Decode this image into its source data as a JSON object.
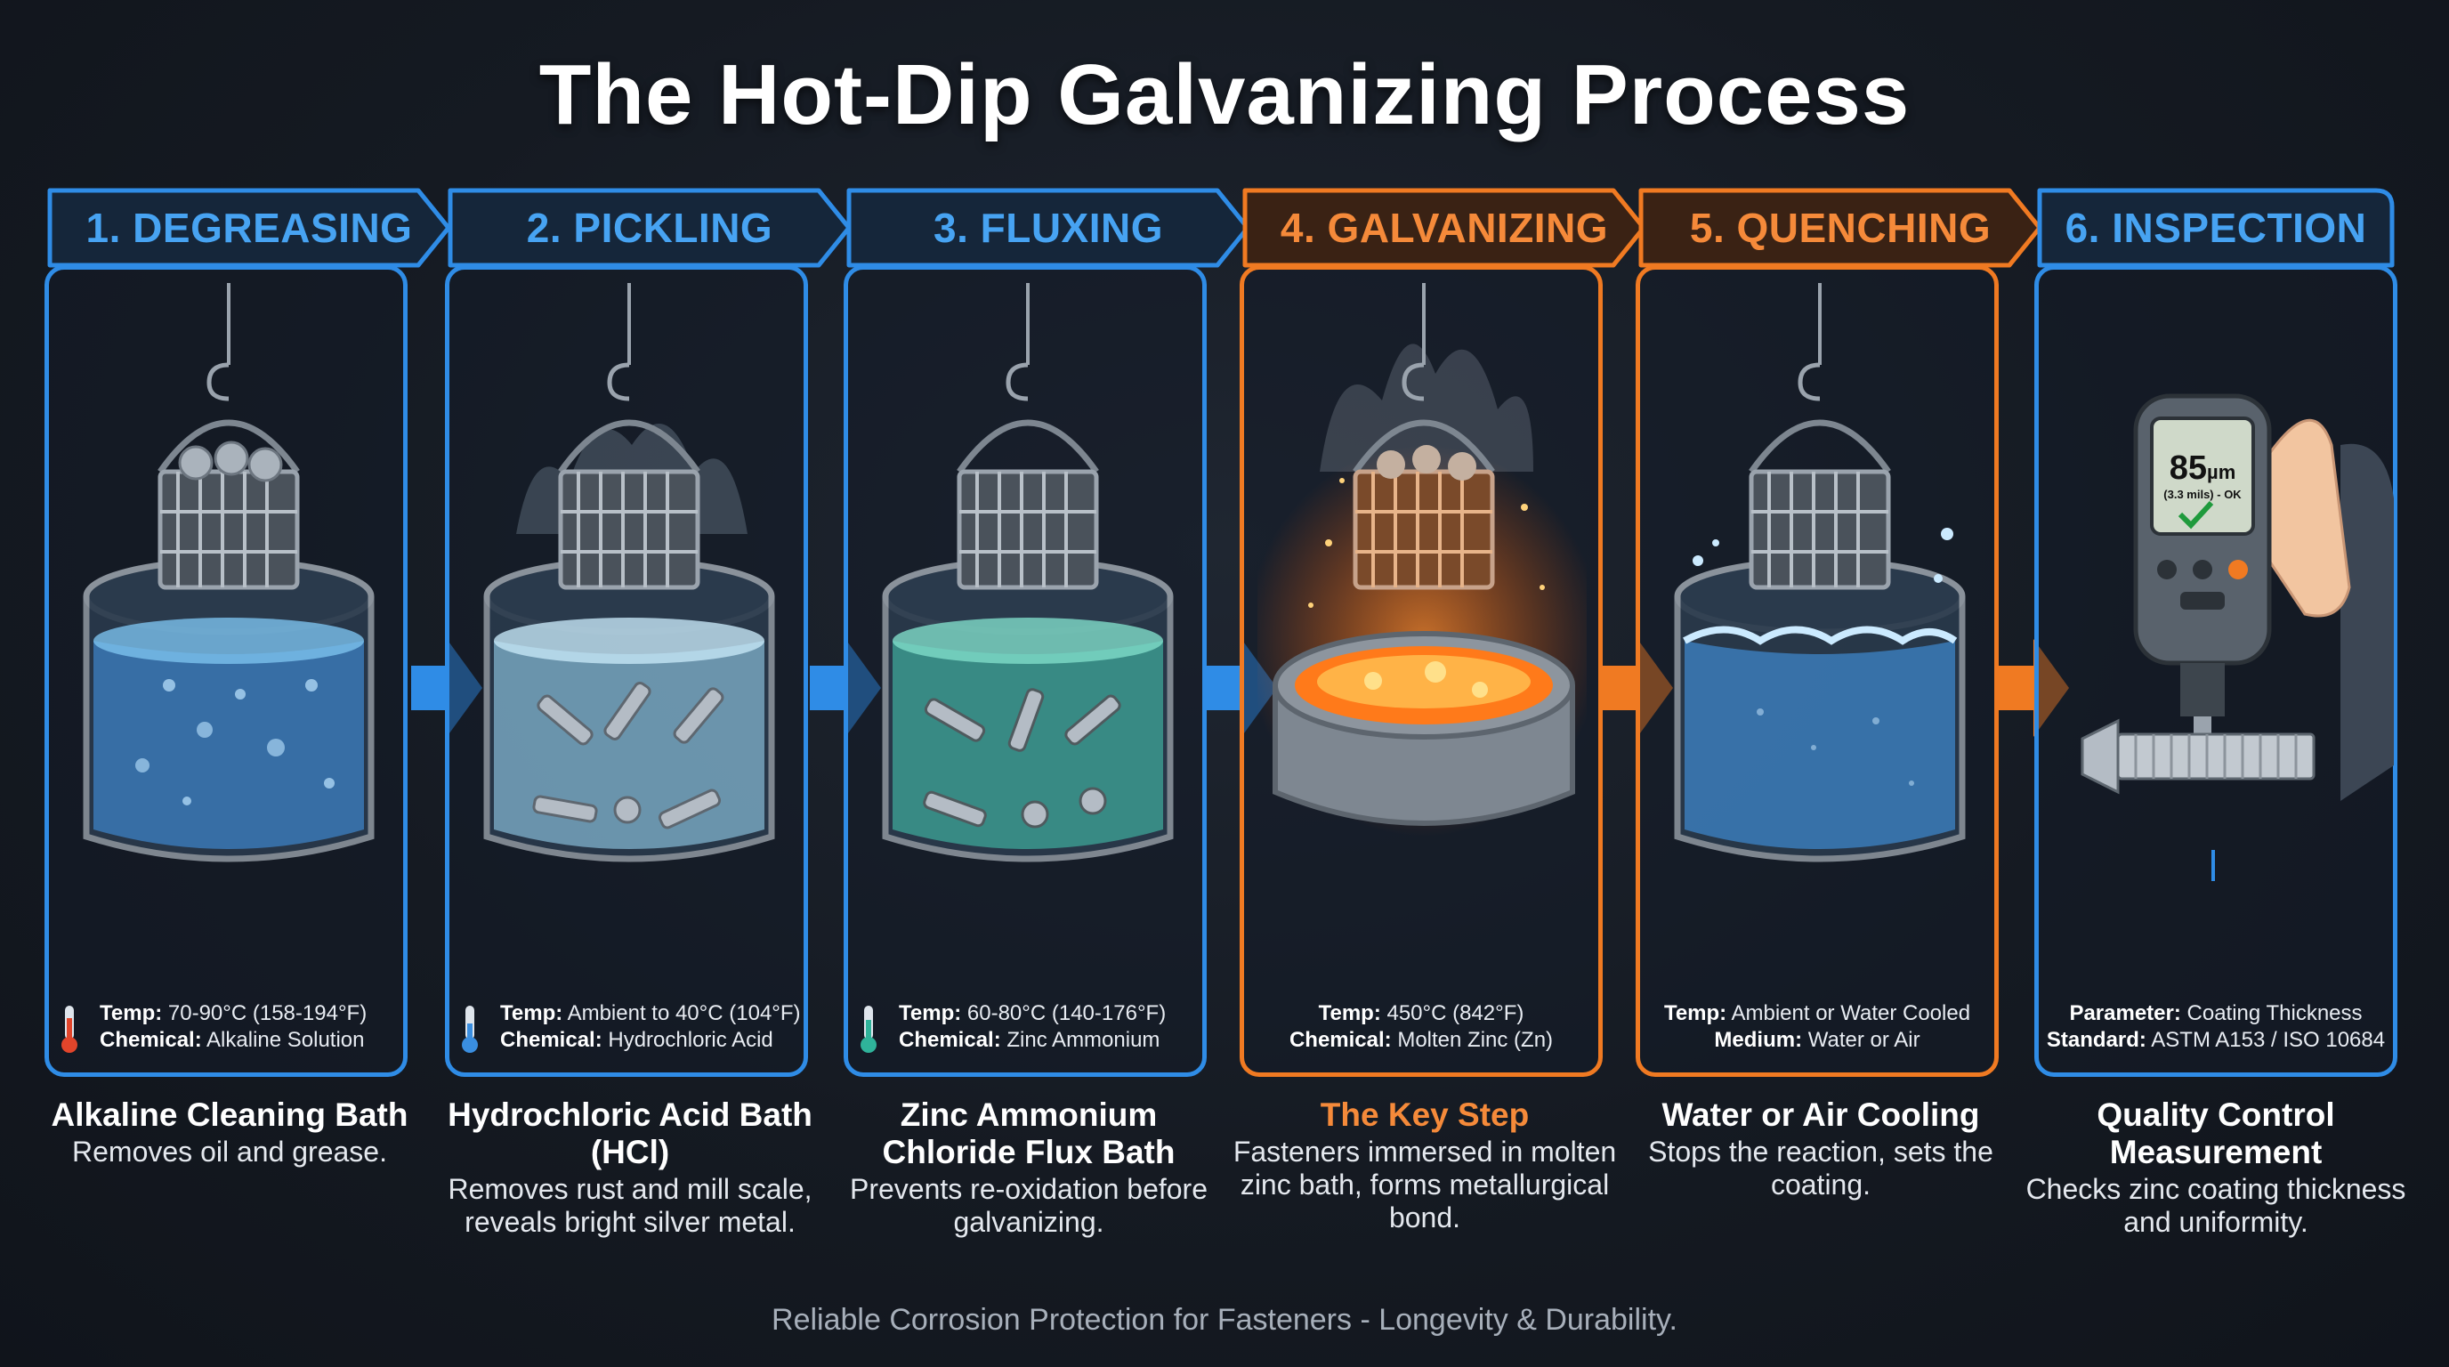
{
  "title": "The Hot-Dip Galvanizing Process",
  "footer": "Reliable Corrosion Protection for Fasteners - Longevity & Durability.",
  "colors": {
    "blue": "#2f8ce6",
    "orange": "#f07a22",
    "background": "#151a22"
  },
  "steps": [
    {
      "banner": "1. DEGREASING",
      "k1": "Temp:",
      "v1": " 70-90°C (158-194°F)",
      "k2": "Chemical:",
      "v2": " Alkaline Solution",
      "head": "Alkaline Cleaning Bath",
      "desc": "Removes oil and grease.",
      "icon": "thermometer-hot-icon"
    },
    {
      "banner": "2. PICKLING",
      "k1": "Temp:",
      "v1": " Ambient to 40°C (104°F)",
      "k2": "Chemical:",
      "v2": " Hydrochloric Acid",
      "head": "Hydrochloric Acid Bath (HCl)",
      "desc": "Removes rust and mill scale, reveals bright silver metal.",
      "icon": "thermometer-cool-icon"
    },
    {
      "banner": "3. FLUXING",
      "k1": "Temp:",
      "v1": " 60-80°C (140-176°F)",
      "k2": "Chemical:",
      "v2": " Zinc Ammonium",
      "head": "Zinc Ammonium Chloride Flux Bath",
      "desc": "Prevents re-oxidation before galvanizing.",
      "icon": "thermometer-teal-icon"
    },
    {
      "banner": "4. GALVANIZING",
      "k1": "Temp:",
      "v1": " 450°C (842°F)",
      "k2": "Chemical:",
      "v2": " Molten Zinc (Zn)",
      "head": "The Key Step",
      "desc": "Fasteners immersed in molten zinc bath, forms metallurgical bond."
    },
    {
      "banner": "5. QUENCHING",
      "k1": "Temp:",
      "v1": " Ambient or Water Cooled",
      "k2": "Medium:",
      "v2": " Water or Air",
      "head": "Water or Air Cooling",
      "desc": "Stops the reaction, sets the coating."
    },
    {
      "banner": "6. INSPECTION",
      "k1": "Parameter:",
      "v1": " Coating Thickness",
      "k2": "Standard:",
      "v2": " ASTM A153 / ISO 10684",
      "head": "Quality Control Measurement",
      "desc": "Checks zinc coating thickness and uniformity."
    }
  ],
  "gauge": {
    "reading": "85",
    "unit": "µm",
    "sub": "(3.3 mils) - OK"
  }
}
